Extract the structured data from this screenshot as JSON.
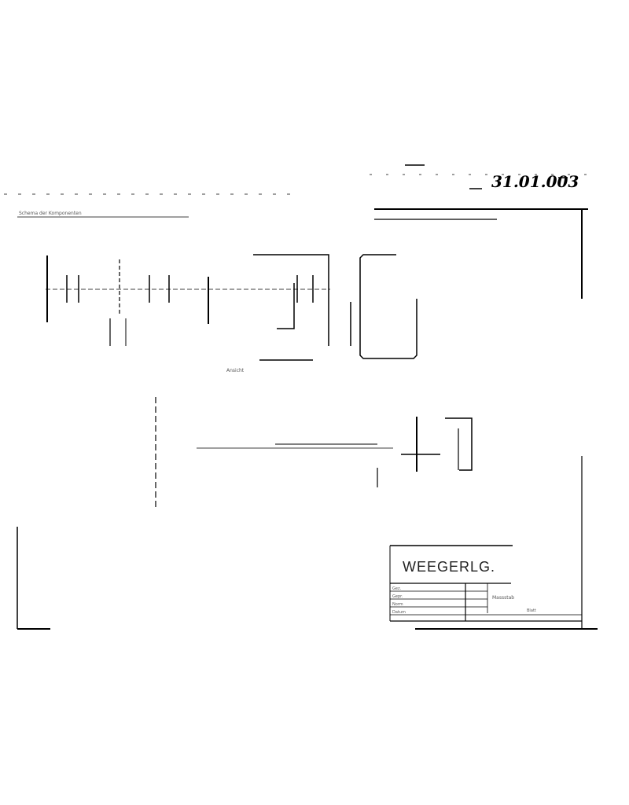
{
  "drawing": {
    "number": "31.01.003",
    "company_logo": "WEEGERLG.",
    "top_note": "Schema der Komponenten",
    "section_label": "Ansicht"
  },
  "title_block": {
    "rows": [
      {
        "label": "Gez.",
        "value": ""
      },
      {
        "label": "Gepr.",
        "value": ""
      },
      {
        "label": "Norm",
        "value": ""
      },
      {
        "label": "Datum",
        "value": ""
      }
    ],
    "designation": "Massstab",
    "sheet": "Blatt"
  }
}
